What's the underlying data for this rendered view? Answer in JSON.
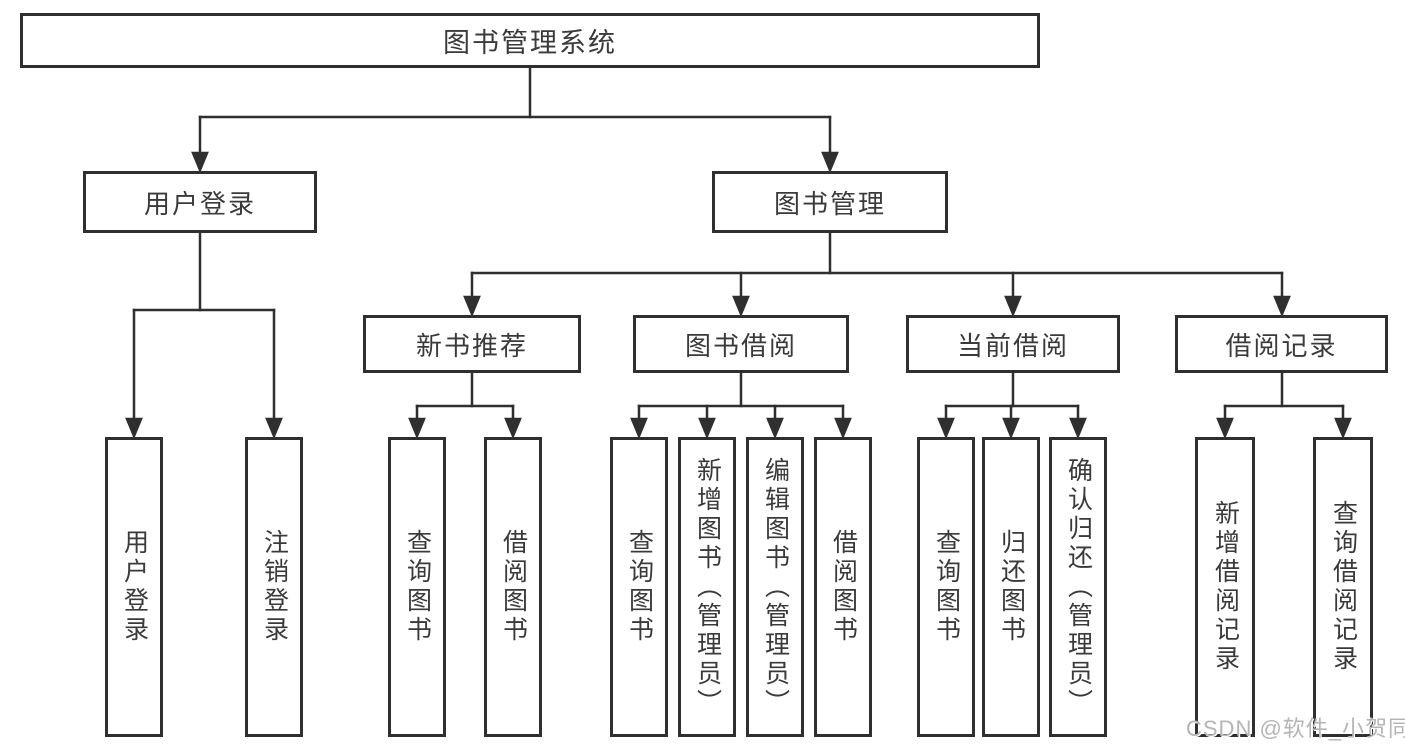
{
  "tree": {
    "root": {
      "label": "图书管理系统"
    },
    "branches": [
      {
        "label": "用户登录",
        "children": [
          {
            "label": "用户登录"
          },
          {
            "label": "注销登录"
          }
        ]
      },
      {
        "label": "图书管理",
        "children": [
          {
            "label": "新书推荐",
            "children": [
              {
                "label": "查询图书"
              },
              {
                "label": "借阅图书"
              }
            ]
          },
          {
            "label": "图书借阅",
            "children": [
              {
                "label": "查询图书"
              },
              {
                "label": "新增图书（管理员）"
              },
              {
                "label": "编辑图书（管理员）"
              },
              {
                "label": "借阅图书"
              }
            ]
          },
          {
            "label": "当前借阅",
            "children": [
              {
                "label": "查询图书"
              },
              {
                "label": "归还图书"
              },
              {
                "label": "确认归还（管理员）"
              }
            ]
          },
          {
            "label": "借阅记录",
            "children": [
              {
                "label": "新增借阅记录"
              },
              {
                "label": "查询借阅记录"
              }
            ]
          }
        ]
      }
    ]
  },
  "watermark": {
    "text": "CSDN @软件_小贺同学"
  },
  "colors": {
    "line": "#2f2f2f",
    "box_border": "#2f2f2f",
    "box_fill": "#ffffff",
    "text": "#3a3a3a",
    "watermark": "#b5b5b5",
    "background": "#ffffff"
  }
}
